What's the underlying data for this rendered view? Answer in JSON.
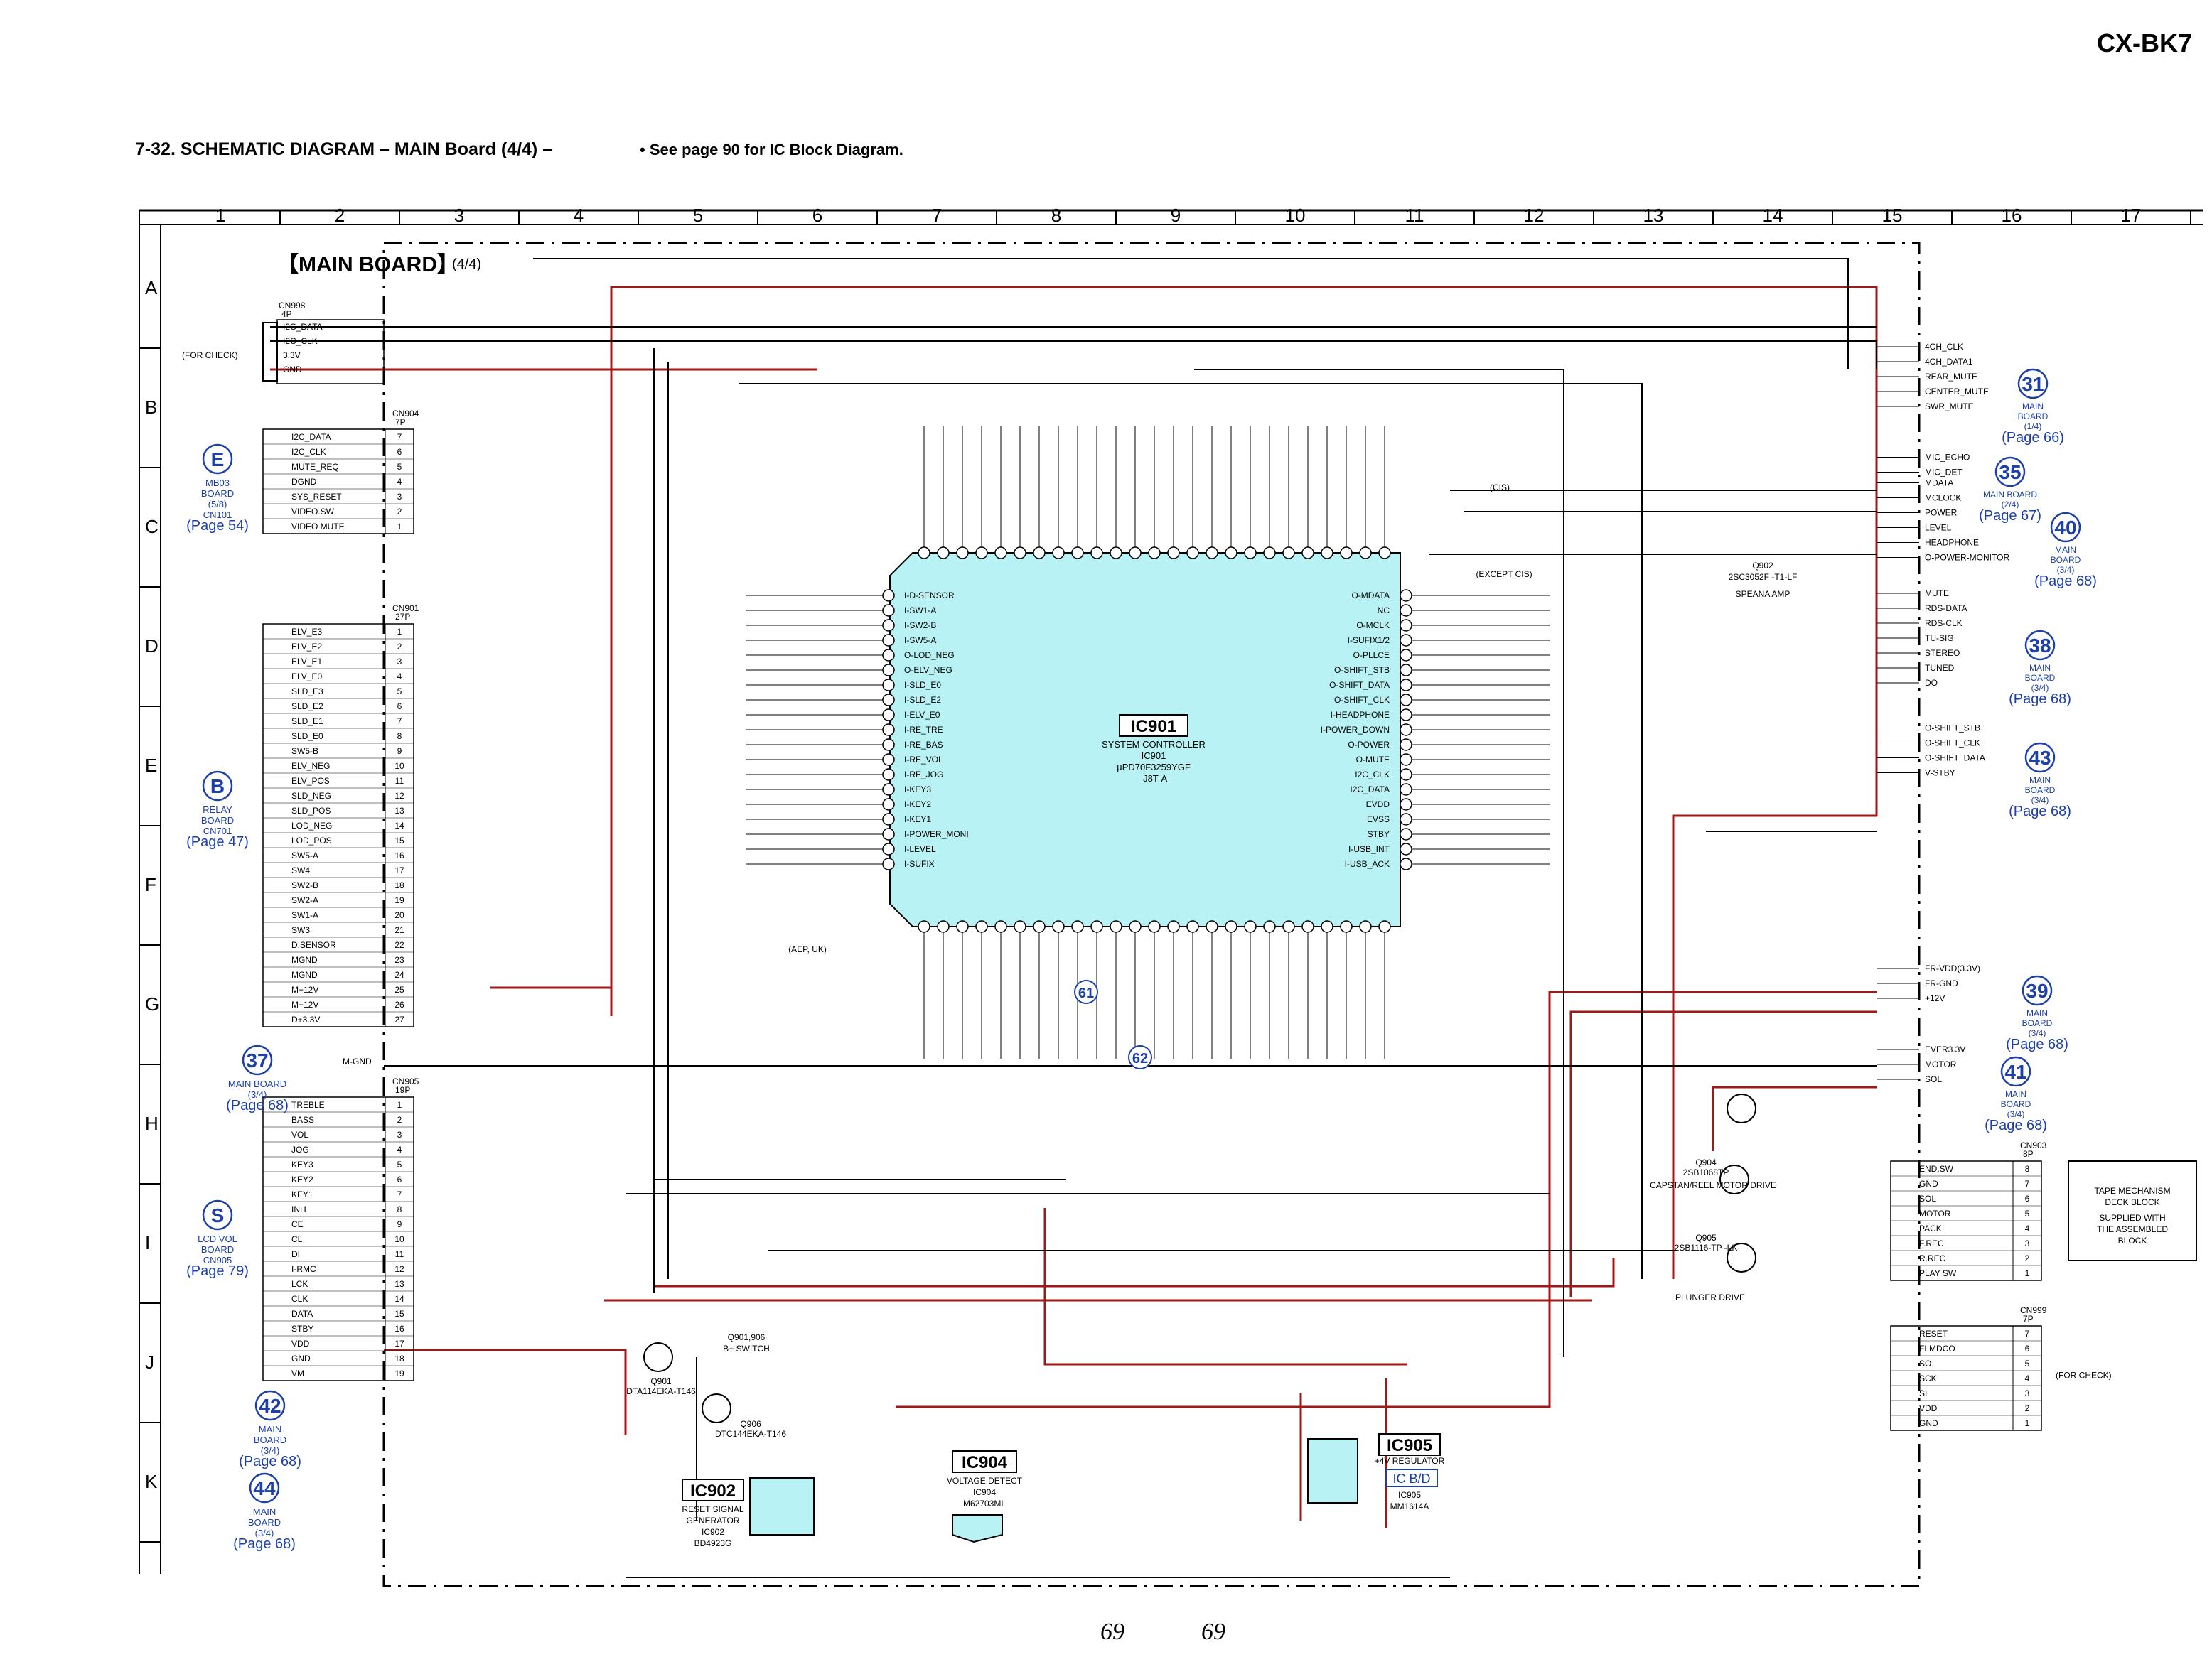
{
  "header": {
    "model": "CX-BK7",
    "title": "7-32.  SCHEMATIC  DIAGRAM  – MAIN Board (4/4) –",
    "note": "• See page 90 for IC Block Diagram."
  },
  "grid": {
    "columns": [
      "1",
      "2",
      "3",
      "4",
      "5",
      "6",
      "7",
      "8",
      "9",
      "10",
      "11",
      "12",
      "13",
      "14",
      "15",
      "16",
      "17"
    ],
    "rows": [
      "A",
      "B",
      "C",
      "D",
      "E",
      "F",
      "G",
      "H",
      "I",
      "J",
      "K"
    ]
  },
  "board_label": "【MAIN BOARD】",
  "board_suffix": "(4/4)",
  "ics": {
    "ic901": {
      "name": "IC901",
      "desc": [
        "SYSTEM CONTROLLER",
        "IC901",
        "µPD70F3259YGF",
        "-J8T-A"
      ]
    },
    "ic902": {
      "name": "IC902",
      "desc": [
        "RESET SIGNAL",
        "GENERATOR",
        "IC902",
        "BD4923G"
      ]
    },
    "ic904": {
      "name": "IC904",
      "desc": [
        "VOLTAGE DETECT",
        "IC904",
        "M62703ML"
      ]
    },
    "ic905": {
      "name": "IC905",
      "desc": [
        "+4V REGULATOR",
        "IC905",
        "MM1614A"
      ],
      "badge": "IC B/D"
    }
  },
  "connectors": {
    "cn998": {
      "ref": "CN998",
      "pins": "4P",
      "tag": "(FOR CHECK)",
      "signals": [
        "I2C_DATA",
        "I2C_CLK",
        "3.3V",
        "GND"
      ]
    },
    "cn904": {
      "ref": "CN904",
      "pins": "7P",
      "signals": [
        "I2C_DATA",
        "I2C_CLK",
        "MUTE_REQ",
        "DGND",
        "SYS_RESET",
        "VIDEO.SW",
        "VIDEO MUTE"
      ],
      "numbers": [
        "7",
        "6",
        "5",
        "4",
        "3",
        "2",
        "1"
      ]
    },
    "cn901": {
      "ref": "CN901",
      "pins": "27P",
      "signals": [
        "ELV_E3",
        "ELV_E2",
        "ELV_E1",
        "ELV_E0",
        "SLD_E3",
        "SLD_E2",
        "SLD_E1",
        "SLD_E0",
        "SW5-B",
        "ELV_NEG",
        "ELV_POS",
        "SLD_NEG",
        "SLD_POS",
        "LOD_NEG",
        "LOD_POS",
        "SW5-A",
        "SW4",
        "SW2-B",
        "SW2-A",
        "SW1-A",
        "SW3",
        "D.SENSOR",
        "MGND",
        "MGND",
        "M+12V",
        "M+12V",
        "D+3.3V"
      ]
    },
    "cn905": {
      "ref": "CN905",
      "pins": "19P",
      "signals": [
        "TREBLE",
        "BASS",
        "VOL",
        "JOG",
        "KEY3",
        "KEY2",
        "KEY1",
        "INH",
        "CE",
        "CL",
        "DI",
        "I-RMC",
        "LCK",
        "CLK",
        "DATA",
        "STBY",
        "VDD",
        "GND",
        "VM"
      ]
    },
    "cn903": {
      "ref": "CN903",
      "pins": "8P",
      "signals": [
        "END.SW",
        "GND",
        "SOL",
        "MOTOR",
        "PACK",
        "F.REC",
        "R.REC",
        "PLAY SW"
      ],
      "numbers": [
        "8",
        "7",
        "6",
        "5",
        "4",
        "3",
        "2",
        "1"
      ]
    },
    "cn999": {
      "ref": "CN999",
      "pins": "7P",
      "tag": "(FOR CHECK)",
      "signals": [
        "RESET",
        "FLMDCO",
        "SO",
        "SCK",
        "SI",
        "VDD",
        "GND"
      ],
      "numbers": [
        "7",
        "6",
        "5",
        "4",
        "3",
        "2",
        "1"
      ]
    }
  },
  "boards": [
    {
      "letter": "E",
      "lines": [
        "MB03",
        "BOARD",
        "(5/8)",
        "CN101"
      ],
      "page": "(Page 54)"
    },
    {
      "letter": "B",
      "lines": [
        "RELAY",
        "BOARD",
        "CN701"
      ],
      "page": "(Page 47)"
    },
    {
      "letter": "37",
      "lines": [
        "MAIN BOARD",
        "(3/4)"
      ],
      "page": "(Page 68)",
      "signal": "M-GND"
    },
    {
      "letter": "S",
      "lines": [
        "LCD VOL",
        "BOARD",
        "CN905"
      ],
      "page": "(Page 79)"
    },
    {
      "letter": "42",
      "lines": [
        "MAIN",
        "BOARD",
        "(3/4)"
      ],
      "page": "(Page 68)"
    },
    {
      "letter": "44",
      "lines": [
        "MAIN",
        "BOARD",
        "(3/4)"
      ],
      "page": "(Page 68)"
    }
  ],
  "right_boards": [
    {
      "letter": "31",
      "lines": [
        "MAIN",
        "BOARD",
        "(1/4)"
      ],
      "page": "(Page 66)",
      "signals": [
        "4CH_CLK",
        "4CH_DATA1",
        "REAR_MUTE",
        "CENTER_MUTE",
        "SWR_MUTE"
      ]
    },
    {
      "letter": "35",
      "lines": [
        "MAIN BOARD",
        "(2/4)"
      ],
      "page": "(Page 67)",
      "signals": [
        "MIC_ECHO",
        "MIC_DET"
      ]
    },
    {
      "letter": "40",
      "lines": [
        "MAIN",
        "BOARD",
        "(3/4)"
      ],
      "page": "(Page 68)",
      "signals": [
        "MDATA",
        "MCLOCK",
        "POWER",
        "LEVEL",
        "HEADPHONE",
        "O-POWER-MONITOR"
      ]
    },
    {
      "letter": "38",
      "lines": [
        "MAIN",
        "BOARD",
        "(3/4)"
      ],
      "page": "(Page 68)",
      "signals": [
        "MUTE",
        "RDS-DATA",
        "RDS-CLK",
        "TU-SIG",
        "STEREO",
        "TUNED",
        "DO"
      ]
    },
    {
      "letter": "43",
      "lines": [
        "MAIN",
        "BOARD",
        "(3/4)"
      ],
      "page": "(Page 68)",
      "signals": [
        "O-SHIFT_STB",
        "O-SHIFT_CLK",
        "O-SHIFT_DATA",
        "V-STBY"
      ]
    },
    {
      "letter": "39",
      "lines": [
        "MAIN",
        "BOARD",
        "(3/4)"
      ],
      "page": "(Page 68)",
      "signals": [
        "FR-VDD(3.3V)",
        "FR-GND",
        "+12V"
      ]
    },
    {
      "letter": "41",
      "lines": [
        "MAIN",
        "BOARD",
        "(3/4)"
      ],
      "page": "(Page 68)",
      "signals": [
        "EVER3.3V",
        "MOTOR",
        "SOL"
      ]
    }
  ],
  "ic901_right_pins": [
    "O-MDATA",
    "NC",
    "O-MCLK",
    "I-SUFIX1/2",
    "O-PLLCE",
    "O-SHIFT_STB",
    "O-SHIFT_DATA",
    "O-SHIFT_CLK",
    "I-HEADPHONE",
    "I-POWER_DOWN",
    "O-POWER",
    "O-MUTE",
    "I2C_CLK",
    "I2C_DATA",
    "EVDD",
    "EVSS",
    "STBY",
    "I-USB_INT",
    "I-USB_ACK"
  ],
  "ic901_left_pins": [
    "I-D-SENSOR",
    "I-SW1-A",
    "I-SW2-B",
    "I-SW5-A",
    "O-LOD_NEG",
    "O-ELV_NEG",
    "I-SLD_E0",
    "I-SLD_E2",
    "I-ELV_E0",
    "I-RE_TRE",
    "I-RE_BAS",
    "I-RE_VOL",
    "I-RE_JOG",
    "I-KEY3",
    "I-KEY2",
    "I-KEY1",
    "I-POWER_MONI",
    "I-LEVEL",
    "I-SUFIX"
  ],
  "transistors": [
    {
      "ref": "Q901,906",
      "desc": "B+ SWITCH"
    },
    {
      "ref": "Q901",
      "desc": "DTA114EKA-T146"
    },
    {
      "ref": "Q906",
      "desc": "DTC144EKA-T146"
    },
    {
      "ref": "Q902",
      "desc": "2SC3052F -T1-LF"
    },
    {
      "ref": "Q904",
      "desc": "2SB1068TP"
    },
    {
      "ref": "Q905",
      "desc": "2SB1116-TP -LK"
    }
  ],
  "circuit_notes": {
    "speana": "SPEANA AMP",
    "capstan": "CAPSTAN/REEL MOTOR DRIVE",
    "plunger": "PLUNGER DRIVE",
    "tape_mech": [
      "TAPE MECHANISM",
      "DECK BLOCK",
      "SUPPLIED WITH",
      "THE ASSEMBLED",
      "BLOCK"
    ],
    "except": "(EXCEPT CIS)",
    "cis": "(CIS)",
    "aep": "(AEP, UK)"
  },
  "markers": [
    "61",
    "62"
  ],
  "page_numbers": [
    "69",
    "69"
  ],
  "colors": {
    "wire": "#000000",
    "power": "#9e1a1a",
    "ic_fill": "#b8f2f5",
    "ref_blue": "#1c3fa8",
    "voltage": "#d21f1f"
  }
}
